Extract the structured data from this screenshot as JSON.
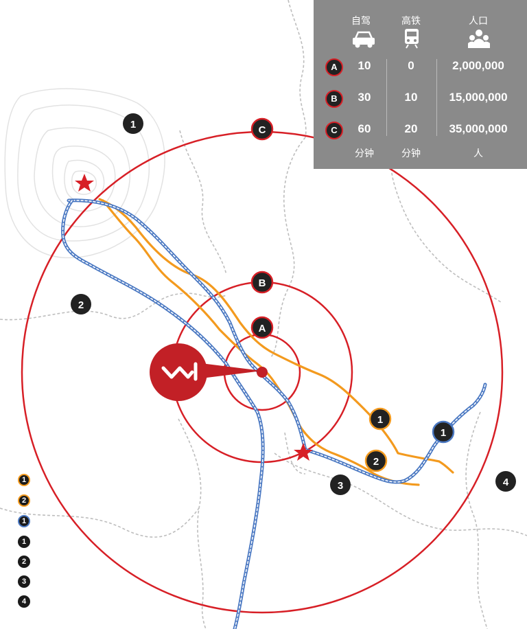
{
  "colors": {
    "ring": "#d71f26",
    "rail_orange": "#f39a1e",
    "rail_blue": "#4a78c2",
    "panel": "#8a8a8a",
    "dark": "#222222"
  },
  "icons": [
    "car-icon",
    "train-icon",
    "people-icon",
    "star-icon",
    "logo-icon"
  ],
  "rings": {
    "A": "A",
    "B": "B",
    "C": "C"
  },
  "regions": [
    "1",
    "2",
    "3",
    "4"
  ],
  "route_labels": {
    "orange_1": "1",
    "orange_2": "2",
    "blue_1": "1"
  },
  "table": {
    "headers": [
      "自驾",
      "高铁",
      "人口"
    ],
    "rows": [
      {
        "key": "A",
        "car": "10",
        "rail": "0",
        "pop": "2,000,000"
      },
      {
        "key": "B",
        "car": "30",
        "rail": "10",
        "pop": "15,000,000"
      },
      {
        "key": "C",
        "car": "60",
        "rail": "20",
        "pop": "35,000,000"
      }
    ],
    "units": [
      "分钟",
      "分钟",
      "人"
    ]
  },
  "legend": [
    "1",
    "2",
    "1",
    "1",
    "2",
    "3",
    "4"
  ]
}
